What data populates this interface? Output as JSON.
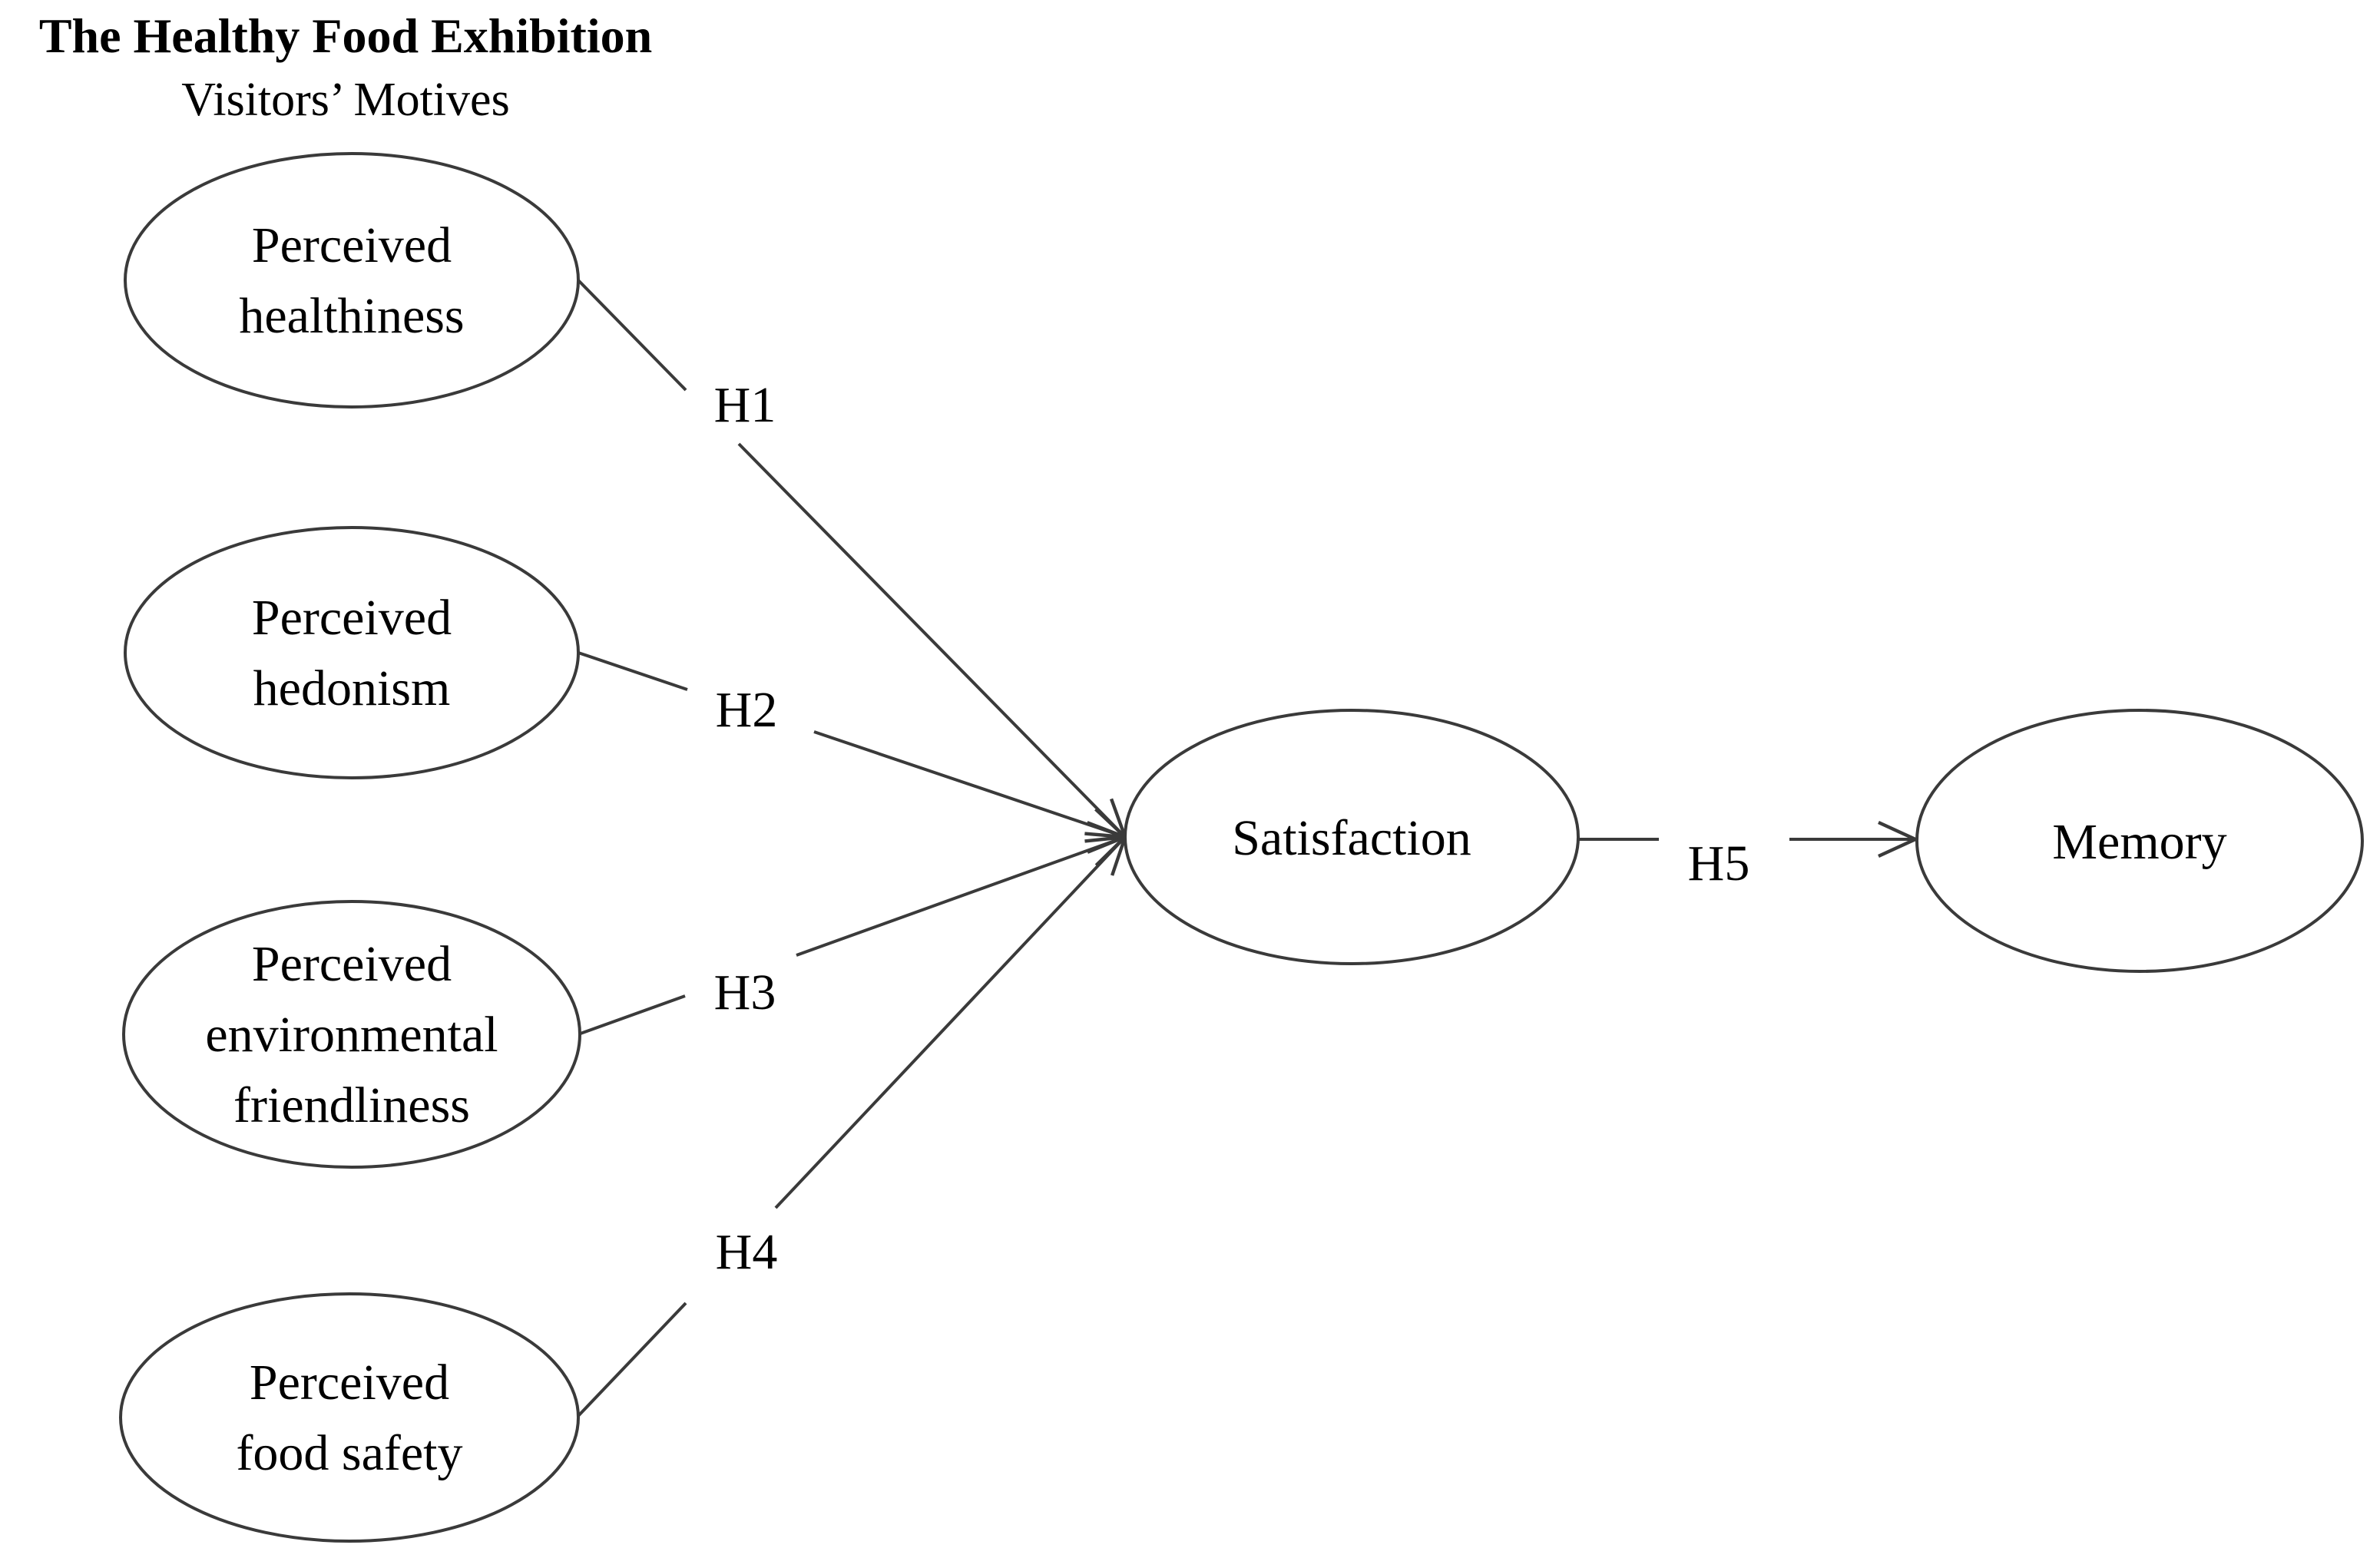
{
  "header": {
    "title": "The Healthy Food Exhibition",
    "subtitle": "Visitors’ Motives"
  },
  "nodes": {
    "healthiness": {
      "line1": "Perceived",
      "line2": "healthiness"
    },
    "hedonism": {
      "line1": "Perceived",
      "line2": "hedonism"
    },
    "environmental": {
      "line1": "Perceived",
      "line2": "environmental",
      "line3": "friendliness"
    },
    "food_safety": {
      "line1": "Perceived",
      "line2": "food safety"
    },
    "satisfaction": {
      "label": "Satisfaction"
    },
    "memory": {
      "label": "Memory"
    }
  },
  "edges": {
    "h1": {
      "label": "H1",
      "from": "Perceived healthiness",
      "to": "Satisfaction"
    },
    "h2": {
      "label": "H2",
      "from": "Perceived hedonism",
      "to": "Satisfaction"
    },
    "h3": {
      "label": "H3",
      "from": "Perceived environmental friendliness",
      "to": "Satisfaction"
    },
    "h4": {
      "label": "H4",
      "from": "Perceived food safety",
      "to": "Satisfaction"
    },
    "h5": {
      "label": "H5",
      "from": "Satisfaction",
      "to": "Memory"
    }
  },
  "colors": {
    "ink": "#3a3a3a",
    "text": "#000000",
    "background": "#ffffff"
  }
}
